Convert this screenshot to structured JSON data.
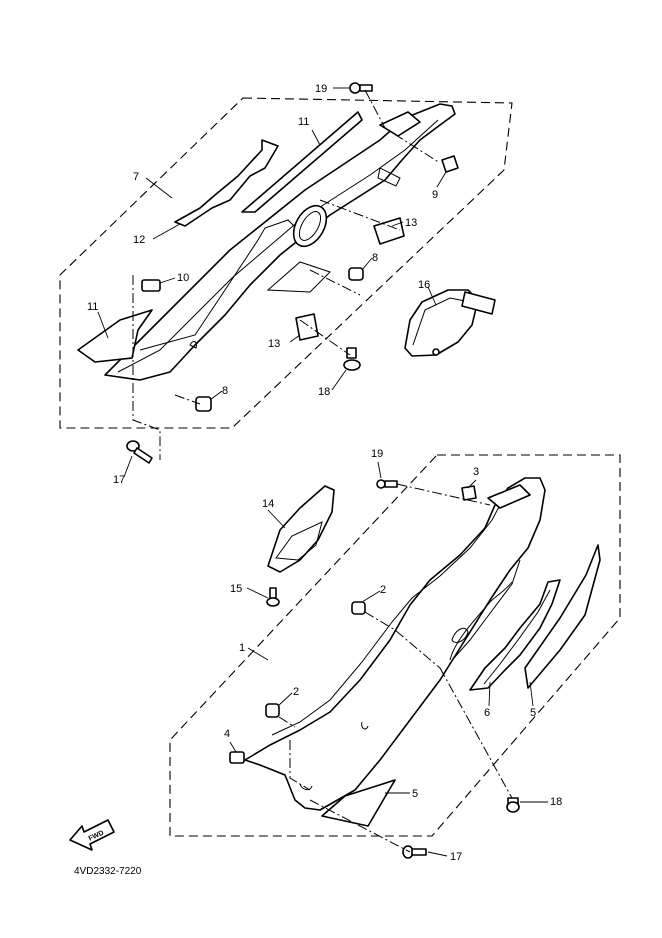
{
  "callouts": {
    "c1": "1",
    "c2a": "2",
    "c2b": "2",
    "c3": "3",
    "c4": "4",
    "c5a": "5",
    "c5b": "5",
    "c6": "6",
    "c7": "7",
    "c8a": "8",
    "c8b": "8",
    "c9": "9",
    "c10": "10",
    "c11a": "11",
    "c11b": "11",
    "c12": "12",
    "c13a": "13",
    "c13b": "13",
    "c14": "14",
    "c15": "15",
    "c16": "16",
    "c17a": "17",
    "c17b": "17",
    "c18a": "18",
    "c18b": "18",
    "c19a": "19",
    "c19b": "19"
  },
  "fwd_label": "FWD",
  "drawing_code": "4VD2332-7220",
  "colors": {
    "line": "#000000",
    "background": "#ffffff"
  }
}
